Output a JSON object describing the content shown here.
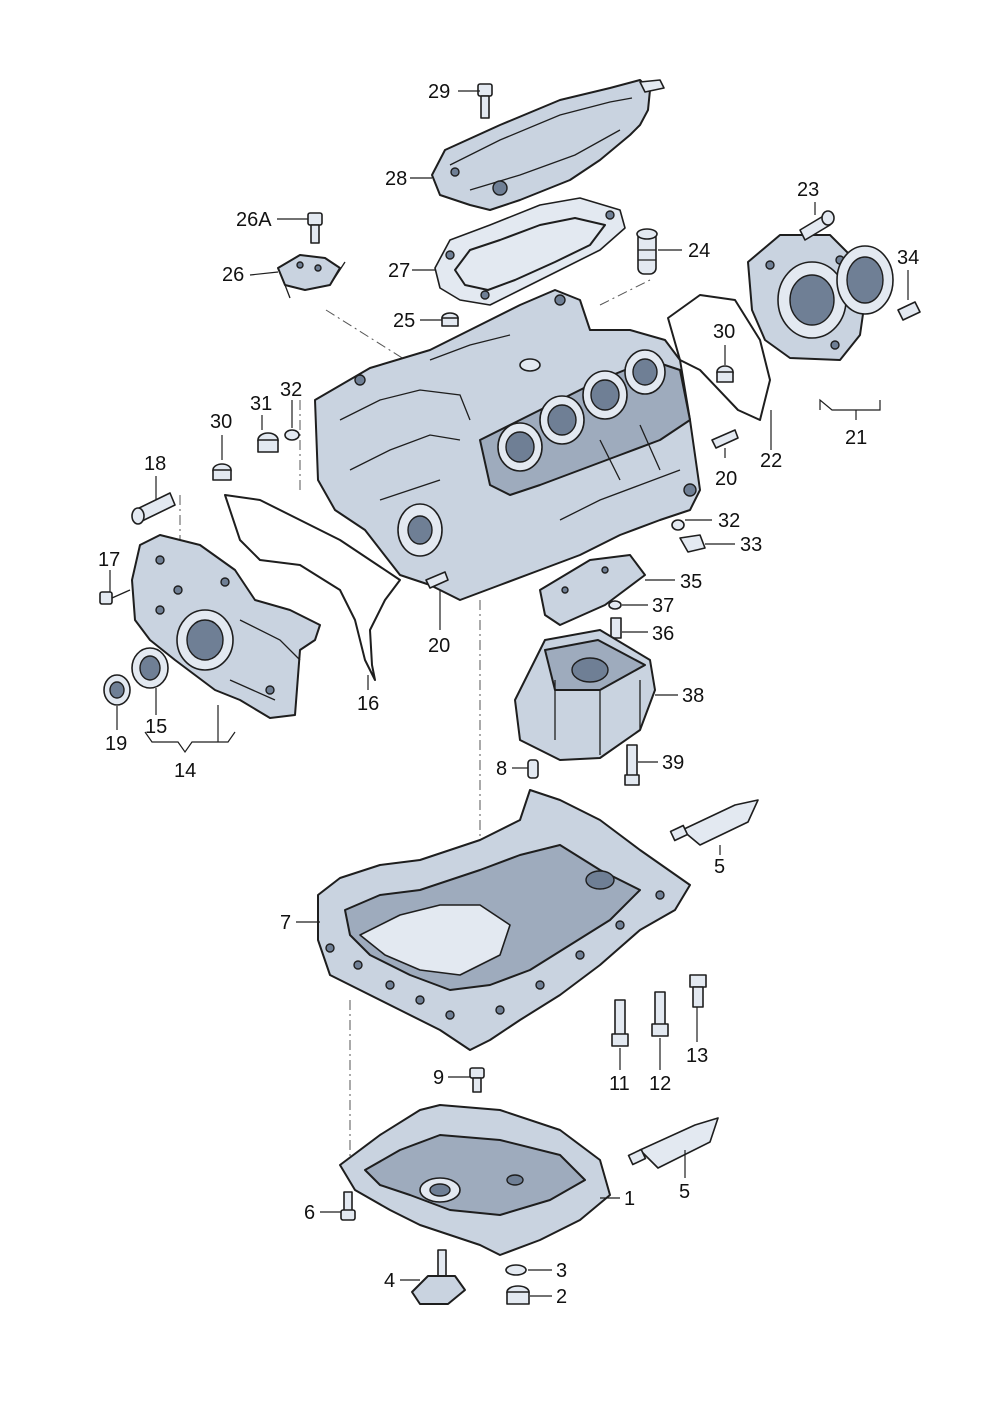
{
  "callouts": {
    "c1": "1",
    "c2": "2",
    "c3": "3",
    "c4": "4",
    "c5a": "5",
    "c5b": "5",
    "c6": "6",
    "c7": "7",
    "c8": "8",
    "c9": "9",
    "c11": "11",
    "c12": "12",
    "c13": "13",
    "c14": "14",
    "c15": "15",
    "c16": "16",
    "c17": "17",
    "c18": "18",
    "c19": "19",
    "c20a": "20",
    "c20b": "20",
    "c21": "21",
    "c22": "22",
    "c23": "23",
    "c24": "24",
    "c25": "25",
    "c26": "26",
    "c26a": "26A",
    "c27": "27",
    "c28": "28",
    "c29": "29",
    "c30a": "30",
    "c30b": "30",
    "c31": "31",
    "c32a": "32",
    "c32b": "32",
    "c33": "33",
    "c34": "34",
    "c35": "35",
    "c36": "36",
    "c37": "37",
    "c38": "38",
    "c39": "39"
  }
}
